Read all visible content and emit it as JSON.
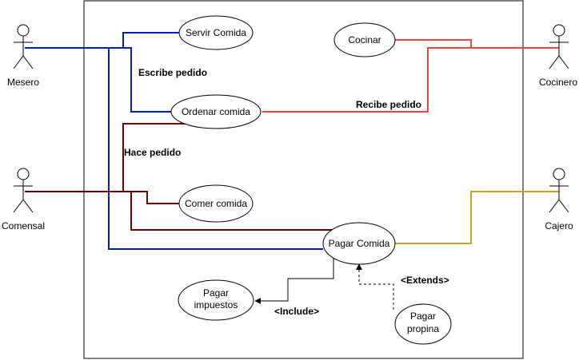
{
  "actors": [
    {
      "id": "mesero",
      "label": "Mesero"
    },
    {
      "id": "comensal",
      "label": "Comensal"
    },
    {
      "id": "cocinero",
      "label": "Cocinero"
    },
    {
      "id": "cajero",
      "label": "Cajero"
    }
  ],
  "use_cases": [
    {
      "id": "servir",
      "lines": [
        "Servir Comida"
      ]
    },
    {
      "id": "cocinar",
      "lines": [
        "Cocinar"
      ]
    },
    {
      "id": "ordenar",
      "lines": [
        "Ordenar comida"
      ]
    },
    {
      "id": "comer",
      "lines": [
        "Comer comida"
      ]
    },
    {
      "id": "pagar",
      "lines": [
        "Pagar Comida"
      ]
    },
    {
      "id": "impuestos",
      "lines": [
        "Pagar",
        "impuestos"
      ]
    },
    {
      "id": "propina",
      "lines": [
        "Pagar",
        "propina"
      ]
    }
  ],
  "edge_labels": {
    "escribe": "Escribe pedido",
    "recibe": "Recibe pedido",
    "hace": "Hace pedido",
    "include": "<Include>",
    "extends": "<Extends>"
  },
  "colors": {
    "mesero": "#001DBC",
    "comensal": "#6F0000",
    "cocinero": "#F2423F",
    "cajero": "#BFA030",
    "include": "#000000",
    "outline": "#000000"
  }
}
